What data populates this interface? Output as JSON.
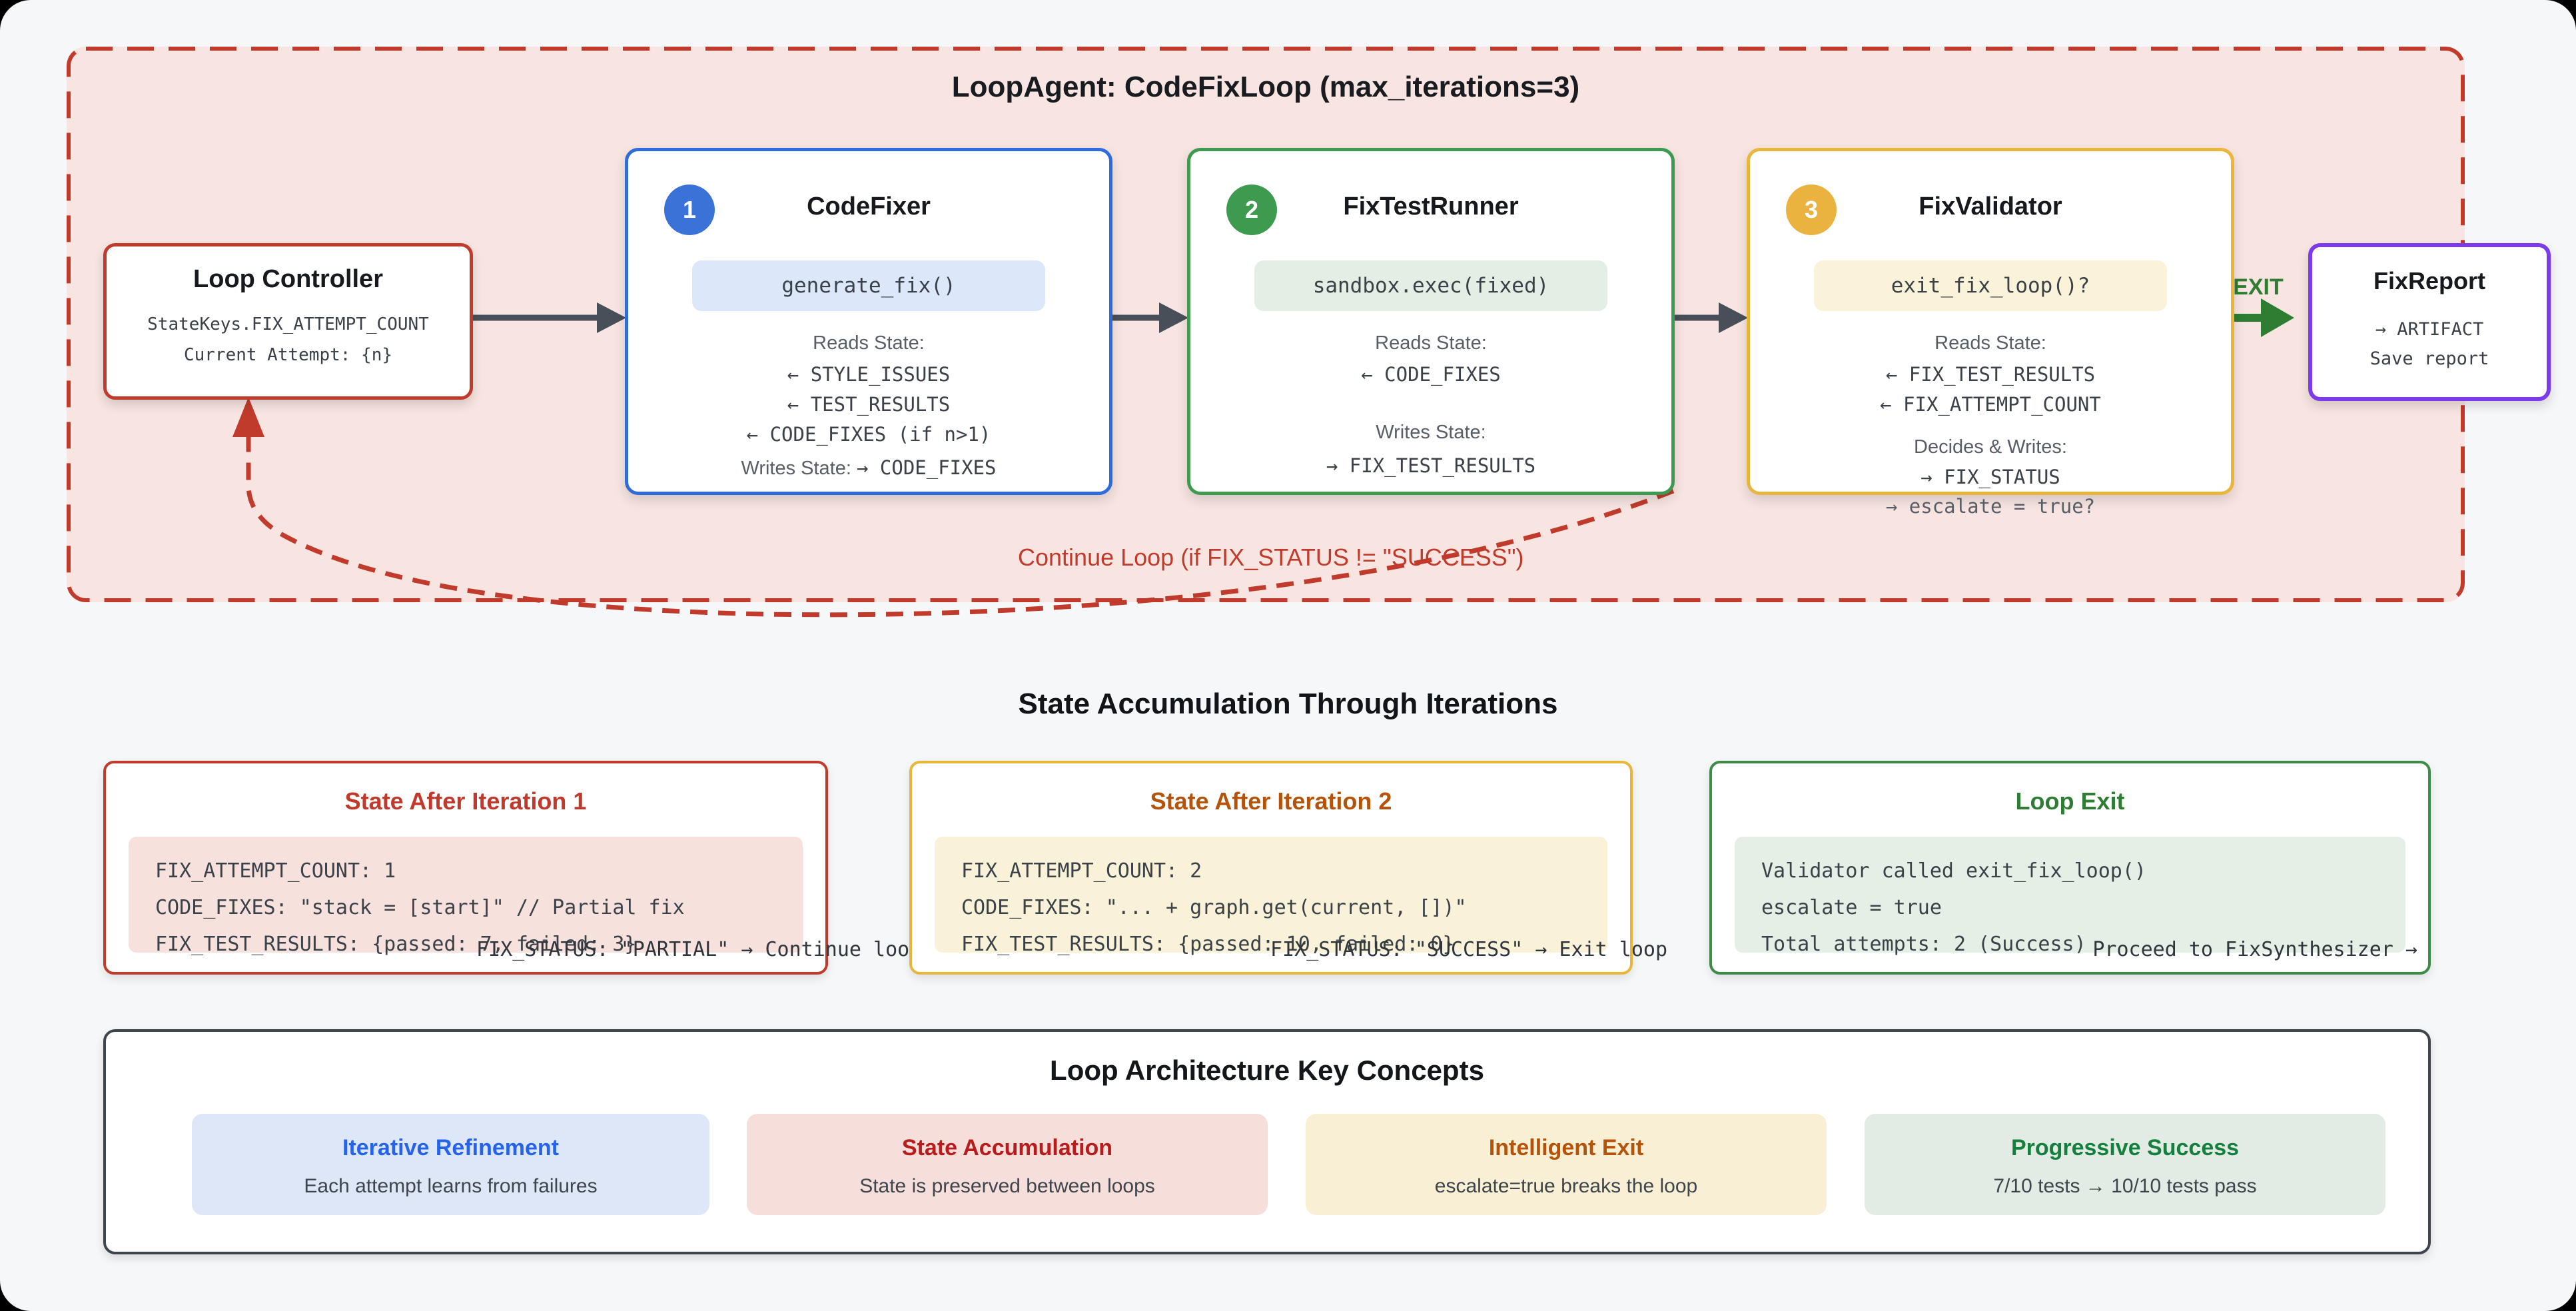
{
  "loop_container": {
    "title": "LoopAgent: CodeFixLoop (max_iterations=3)",
    "continue_label": "Continue Loop (if FIX_STATUS != \"SUCCESS\")",
    "exit_label": "EXIT"
  },
  "loop_controller": {
    "title": "Loop Controller",
    "line1": "StateKeys.FIX_ATTEMPT_COUNT",
    "line2": "Current Attempt: {n}"
  },
  "agents": [
    {
      "badge": "1",
      "title": "CodeFixer",
      "code_pill": "generate_fix()",
      "reads_label": "Reads State:",
      "reads": [
        "← STYLE_ISSUES",
        "← TEST_RESULTS",
        "← CODE_FIXES (if n>1)"
      ],
      "writes_label": "Writes State:",
      "writes_inline": "→ CODE_FIXES"
    },
    {
      "badge": "2",
      "title": "FixTestRunner",
      "code_pill": "sandbox.exec(fixed)",
      "reads_label": "Reads State:",
      "reads": [
        "← CODE_FIXES"
      ],
      "writes_label": "Writes State:",
      "writes": [
        "→ FIX_TEST_RESULTS"
      ]
    },
    {
      "badge": "3",
      "title": "FixValidator",
      "code_pill": "exit_fix_loop()?",
      "reads_label": "Reads State:",
      "reads": [
        "← FIX_TEST_RESULTS",
        "← FIX_ATTEMPT_COUNT"
      ],
      "writes_label": "Decides & Writes:",
      "writes": [
        "→ FIX_STATUS"
      ],
      "overflow": "→ escalate = true?"
    }
  ],
  "fix_report": {
    "title": "FixReport",
    "line1": "→ ARTIFACT",
    "line2": "Save report"
  },
  "state_section": {
    "heading": "State Accumulation Through Iterations",
    "cards": [
      {
        "title": "State After Iteration 1",
        "lines": [
          "FIX_ATTEMPT_COUNT: 1",
          "CODE_FIXES: \"stack = [start]\" // Partial fix",
          "FIX_TEST_RESULTS: {passed: 7, failed: 3}"
        ],
        "overflow_line": "FIX_STATUS: \"PARTIAL\" → Continue loop"
      },
      {
        "title": "State After Iteration 2",
        "lines": [
          "FIX_ATTEMPT_COUNT: 2",
          "CODE_FIXES: \"... + graph.get(current, [])\"",
          "FIX_TEST_RESULTS: {passed: 10, failed: 0}"
        ],
        "overflow_line": "FIX_STATUS: \"SUCCESS\" → Exit loop"
      },
      {
        "title": "Loop Exit",
        "lines": [
          "Validator called exit_fix_loop()",
          "escalate = true",
          "Total attempts: 2 (Success)"
        ],
        "overflow_line": "Proceed to FixSynthesizer →"
      }
    ]
  },
  "concepts": {
    "heading": "Loop Architecture Key Concepts",
    "pills": [
      {
        "title": "Iterative Refinement",
        "subtitle": "Each attempt learns from failures"
      },
      {
        "title": "State Accumulation",
        "subtitle": "State is preserved between loops"
      },
      {
        "title": "Intelligent Exit",
        "subtitle": "escalate=true breaks the loop"
      },
      {
        "title": "Progressive Success",
        "subtitle": "7/10 tests → 10/10 tests pass"
      }
    ]
  },
  "colors": {
    "loop_red": "#c13b2c",
    "agent_blue": "#2f6bda",
    "agent_green": "#3d9a4e",
    "agent_amber": "#e9b63c",
    "report_purple": "#7c3aed",
    "exit_green": "#2e7d32",
    "arrow_gray": "#484f58"
  }
}
